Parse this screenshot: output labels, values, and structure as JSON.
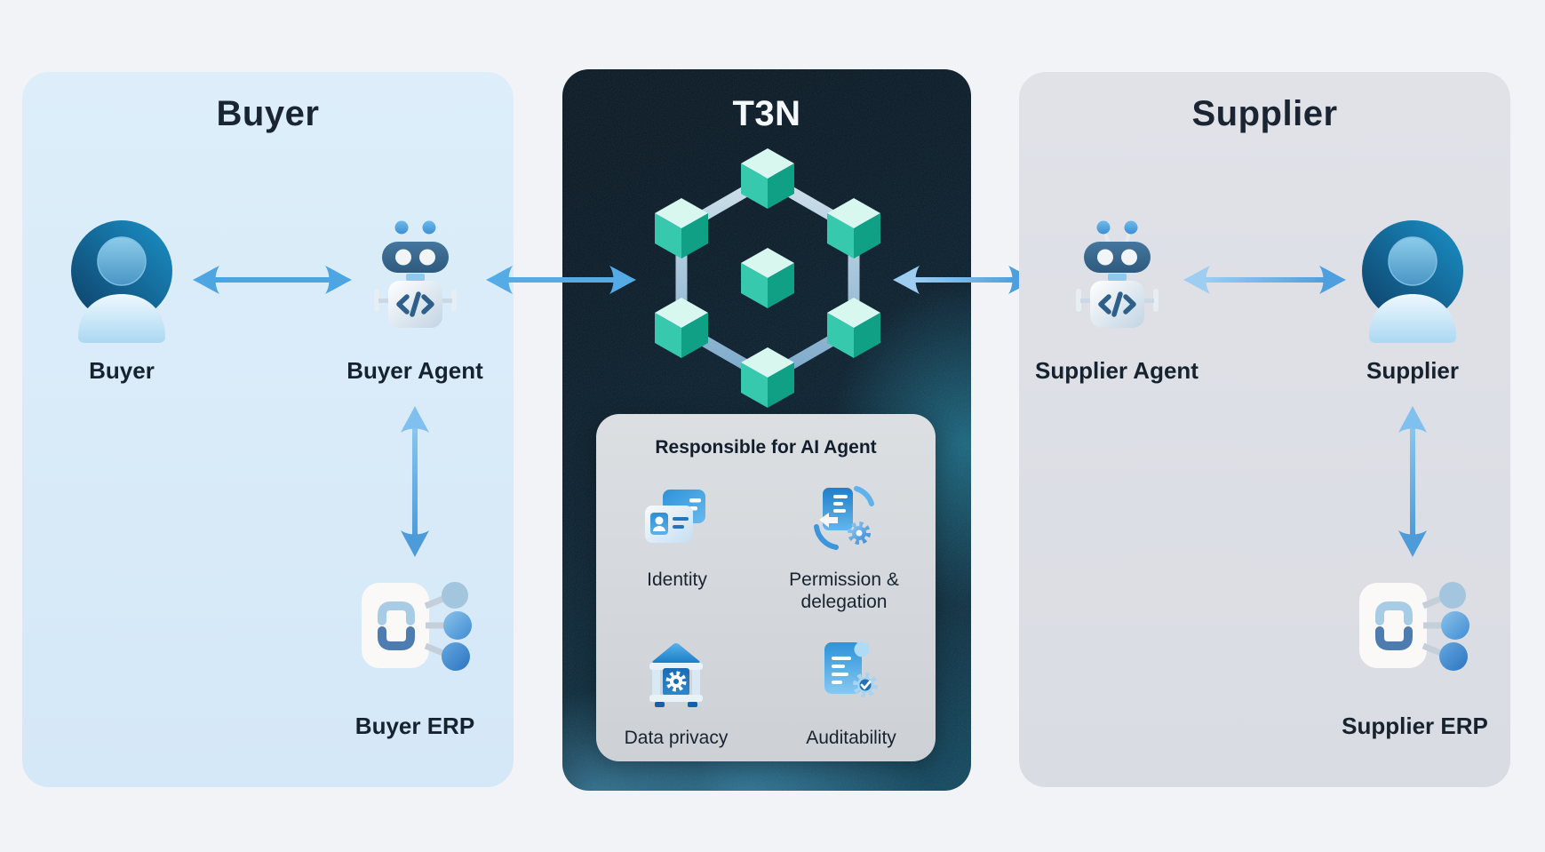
{
  "buyer_panel": {
    "title": "Buyer",
    "person_label": "Buyer",
    "agent_label": "Buyer Agent",
    "erp_label": "Buyer ERP"
  },
  "t3n_panel": {
    "title": "T3N",
    "card": {
      "title": "Responsible for AI Agent",
      "items": [
        {
          "label": "Identity",
          "icon": "identity-id-card-icon"
        },
        {
          "label": "Permission & delegation",
          "icon": "permission-delegation-icon"
        },
        {
          "label": "Data privacy",
          "icon": "data-privacy-vault-icon"
        },
        {
          "label": "Auditability",
          "icon": "auditability-document-icon"
        }
      ]
    }
  },
  "supplier_panel": {
    "title": "Supplier",
    "agent_label": "Supplier Agent",
    "person_label": "Supplier",
    "erp_label": "Supplier ERP"
  },
  "colors": {
    "background": "#f2f3f6",
    "buyer_panel_bg": "#d9eaf8",
    "supplier_panel_bg": "#dddfe6",
    "t3n_panel_bg": "#0c1b28",
    "card_bg": "#d4d7da",
    "arrow_blue": "#4da6e2",
    "title_text": "#1a2433",
    "t3n_title_text": "#f5f8fa",
    "cube_teal": "#14a78c",
    "cube_mint": "#d9f8f1"
  }
}
